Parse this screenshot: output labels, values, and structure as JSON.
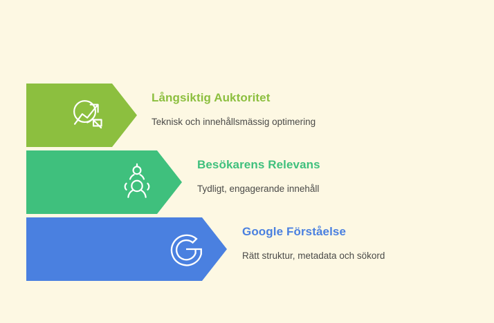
{
  "background_color": "#fdf8e3",
  "description_color": "#4a4a48",
  "rows": [
    {
      "title": "Långsiktig Auktoritet",
      "description": "Teknisk och innehållsmässig optimering",
      "color": "#8cbf3f",
      "icon": "chart-magnifier-growth-icon"
    },
    {
      "title": "Besökarens Relevans",
      "description": "Tydligt, engagerande innehåll",
      "color": "#3fc07d",
      "icon": "people-group-icon"
    },
    {
      "title": "Google Förståelse",
      "description": "Rätt struktur, metadata och sökord",
      "color": "#4a80e0",
      "icon": "google-g-icon"
    }
  ]
}
